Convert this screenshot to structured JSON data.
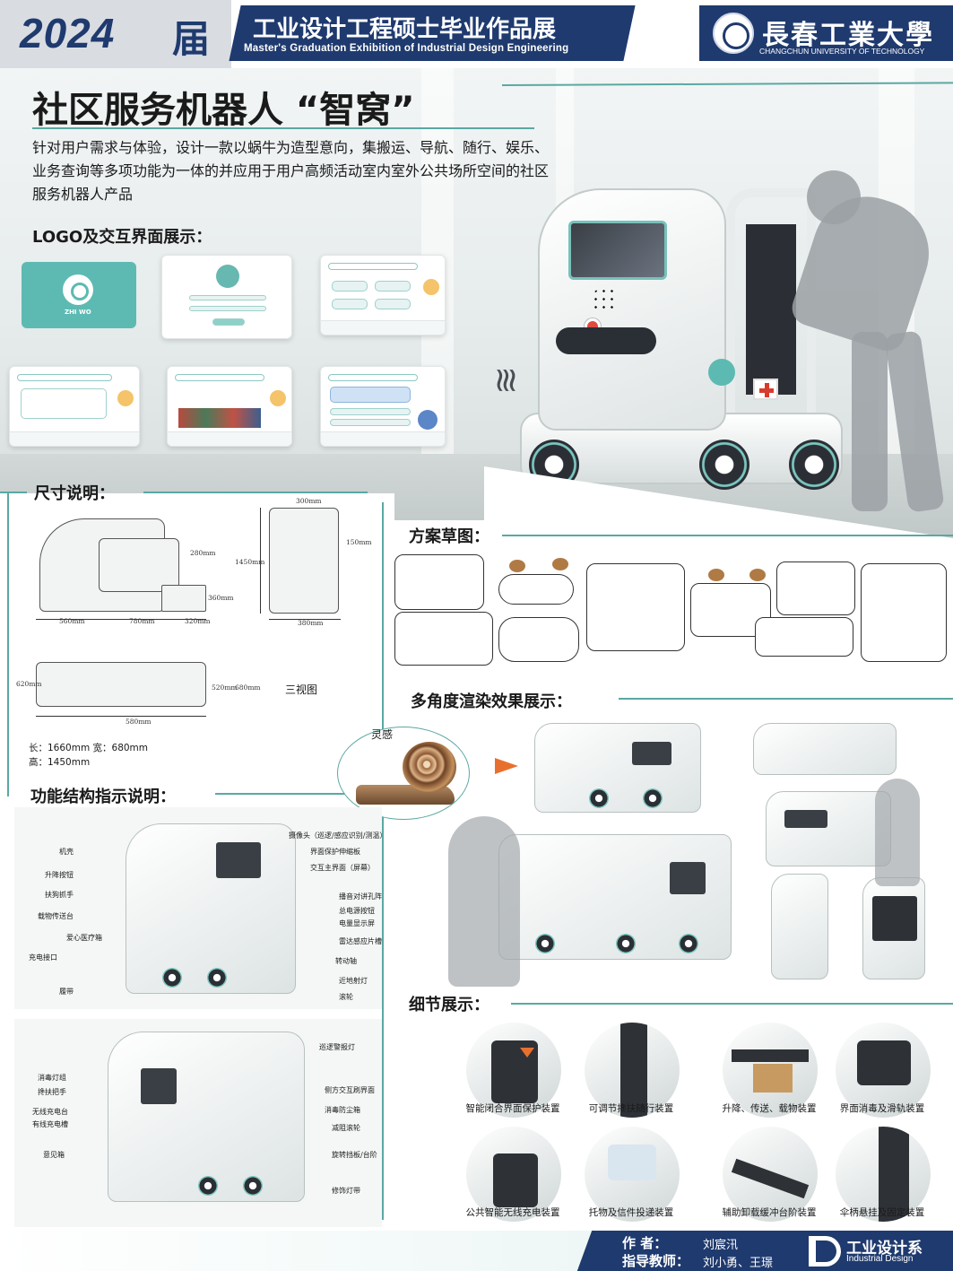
{
  "header": {
    "year": "2024",
    "year_suffix": "届",
    "title_cn": "工业设计工程硕士毕业作品展",
    "title_en": "Master's Graduation Exhibition of  Industrial Design Engineering",
    "university_cn": "長春工業大學",
    "university_en": "CHANGCHUN UNIVERSITY OF TECHNOLOGY"
  },
  "hero": {
    "title": "社区服务机器人 “智窝”",
    "intro": "针对用户需求与体验，设计一款以蜗牛为造型意向，集搬运、导航、随行、娱乐、业务查询等多项功能为一体的并应用于用户高频活动室内室外公共场所空间的社区服务机器人产品",
    "logo_section_title": "LOGO及交互界面展示：",
    "logo_text": "ZHI WO"
  },
  "dimensions": {
    "section_title": "尺寸说明：",
    "view_label": "三视图",
    "specs": [
      "长：1660mm  宽：680mm",
      "高：1450mm"
    ],
    "labels": [
      "300mm",
      "280mm",
      "150mm",
      "1450mm",
      "360mm",
      "560mm",
      "780mm",
      "320mm",
      "380mm",
      "620mm",
      "520mm",
      "680mm",
      "580mm"
    ]
  },
  "sketch": {
    "section_title": "方案草图："
  },
  "render": {
    "section_title": "多角度渲染效果展示：",
    "inspiration_label": "灵感"
  },
  "structure": {
    "section_title": "功能结构指示说明：",
    "top_left": [
      "机壳",
      "升降按钮",
      "扶狗抓手",
      "载物传送台",
      "爱心医疗箱",
      "充电接口",
      "履带"
    ],
    "top_right": [
      "摄像头（巡逻/感应识别/测温）",
      "界面保护伸缩板",
      "交互主界面（屏幕）",
      "播音对讲孔阵",
      "总电源按钮",
      "电量显示屏",
      "雷达感应片槽",
      "转动轴",
      "近地射灯",
      "滚轮"
    ],
    "bottom_left": [
      "消毒灯组",
      "搀扶把手",
      "无线充电台",
      "有线充电槽",
      "意见箱"
    ],
    "bottom_right": [
      "巡逻警报灯",
      "侧方交互刷界面",
      "消毒防尘箱",
      "减阻滚轮",
      "旋转挡板/台阶",
      "修饰灯带"
    ]
  },
  "details": {
    "section_title": "细节展示：",
    "captions": [
      "智能闭合界面保护装置",
      "可调节搀扶随行装置",
      "升降、传送、载物装置",
      "界面消毒及滑轨装置",
      "公共智能无线充电装置",
      "托物及信件投递装置",
      "辅助卸载缓冲台阶装置",
      "伞柄悬挂及固定装置"
    ]
  },
  "footer": {
    "author_label": "作    者：",
    "author": "刘宸汛",
    "advisor_label": "指导教师：",
    "advisors": "刘小勇、王璟",
    "dept_cn": "工业设计系",
    "dept_en": "Industrial Design"
  },
  "colors": {
    "navy": "#1f3a6e",
    "teal": "#5aa8a3",
    "accent": "#e8702f"
  }
}
